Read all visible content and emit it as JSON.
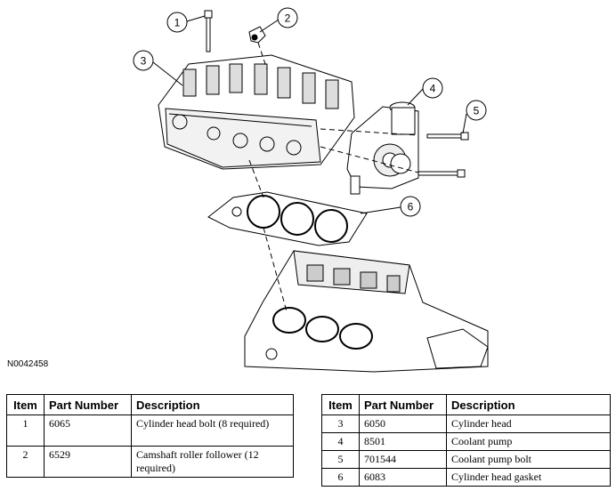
{
  "figure": {
    "id_label": "N0042458",
    "callouts": [
      "1",
      "2",
      "3",
      "4",
      "5",
      "6"
    ]
  },
  "tables": {
    "headers": {
      "item": "Item",
      "part_number": "Part Number",
      "description": "Description"
    },
    "left_rows": [
      {
        "item": "1",
        "part_number": "6065",
        "description": "Cylinder head bolt (8 required)"
      },
      {
        "item": "2",
        "part_number": "6529",
        "description": "Camshaft roller follower (12 required)"
      }
    ],
    "right_rows": [
      {
        "item": "3",
        "part_number": "6050",
        "description": "Cylinder head"
      },
      {
        "item": "4",
        "part_number": "8501",
        "description": "Coolant pump"
      },
      {
        "item": "5",
        "part_number": "701544",
        "description": "Coolant pump bolt"
      },
      {
        "item": "6",
        "part_number": "6083",
        "description": "Cylinder head gasket"
      }
    ]
  }
}
